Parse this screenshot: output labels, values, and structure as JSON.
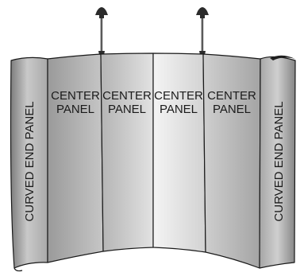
{
  "diagram": {
    "panels": {
      "left_end": "CURVED END PANEL",
      "center_1_line1": "CENTER",
      "center_1_line2": "PANEL",
      "center_2_line1": "CENTER",
      "center_2_line2": "PANEL",
      "center_3_line1": "CENTER",
      "center_3_line2": "PANEL",
      "center_4_line1": "CENTER",
      "center_4_line2": "PANEL",
      "right_end": "CURVED END PANEL"
    },
    "lights": [
      "light-left",
      "light-right"
    ],
    "colors": {
      "panel_light": "#f2f2f2",
      "panel_dark": "#8a8a8a",
      "outline": "#1a1a1a",
      "lamp": "#2b2b2b"
    }
  }
}
